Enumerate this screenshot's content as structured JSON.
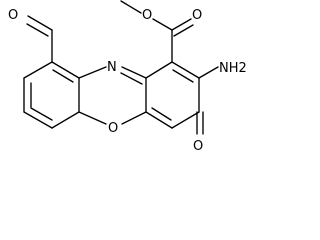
{
  "molecule": {
    "atoms": {
      "aldehyde_o": "O",
      "ring_n": "N",
      "ring_o": "O",
      "ester_o_carbonyl": "O",
      "ester_o_methoxy": "O",
      "amine": "NH2",
      "ketone_o": "O"
    }
  }
}
